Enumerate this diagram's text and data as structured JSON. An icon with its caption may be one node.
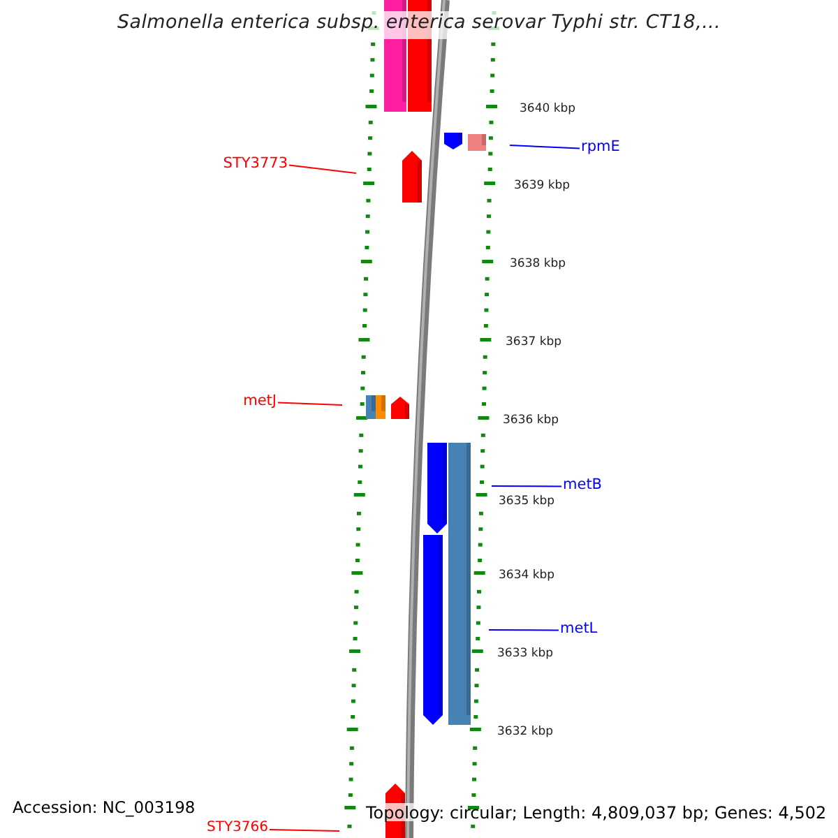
{
  "diagram": {
    "title": "Salmonella enterica subsp. enterica serovar Typhi str. CT18,...",
    "nodes": [
      {
        "text": [
          "STY3773"
        ]
      },
      {
        "text": [
          "rpmE"
        ]
      },
      {
        "text": [
          "metJ"
        ]
      },
      {
        "text": [
          "metB"
        ]
      },
      {
        "text": [
          "metL"
        ]
      },
      {
        "text": [
          "STY3766"
        ]
      }
    ],
    "edges": [
      {
        "from": 0,
        "to": null,
        "arrow": "none",
        "color": "#ff0000"
      },
      {
        "from": 1,
        "to": null,
        "arrow": "none",
        "color": "#0000ff"
      },
      {
        "from": 2,
        "to": null,
        "arrow": "none",
        "color": "#ff0000"
      },
      {
        "from": 3,
        "to": null,
        "arrow": "none",
        "color": "#0000ff"
      },
      {
        "from": 4,
        "to": null,
        "arrow": "none",
        "color": "#0000ff"
      },
      {
        "from": 5,
        "to": null,
        "arrow": "none",
        "color": "#ff0000"
      }
    ],
    "labels": [
      "3640 kbp",
      "3639 kbp",
      "3638 kbp",
      "3637 kbp",
      "3636 kbp",
      "3635 kbp",
      "3634 kbp",
      "3633 kbp",
      "3632 kbp",
      "Accession: NC_003198",
      "Topology: circular; Length: 4,809,037 bp; Genes: 4,502"
    ]
  }
}
